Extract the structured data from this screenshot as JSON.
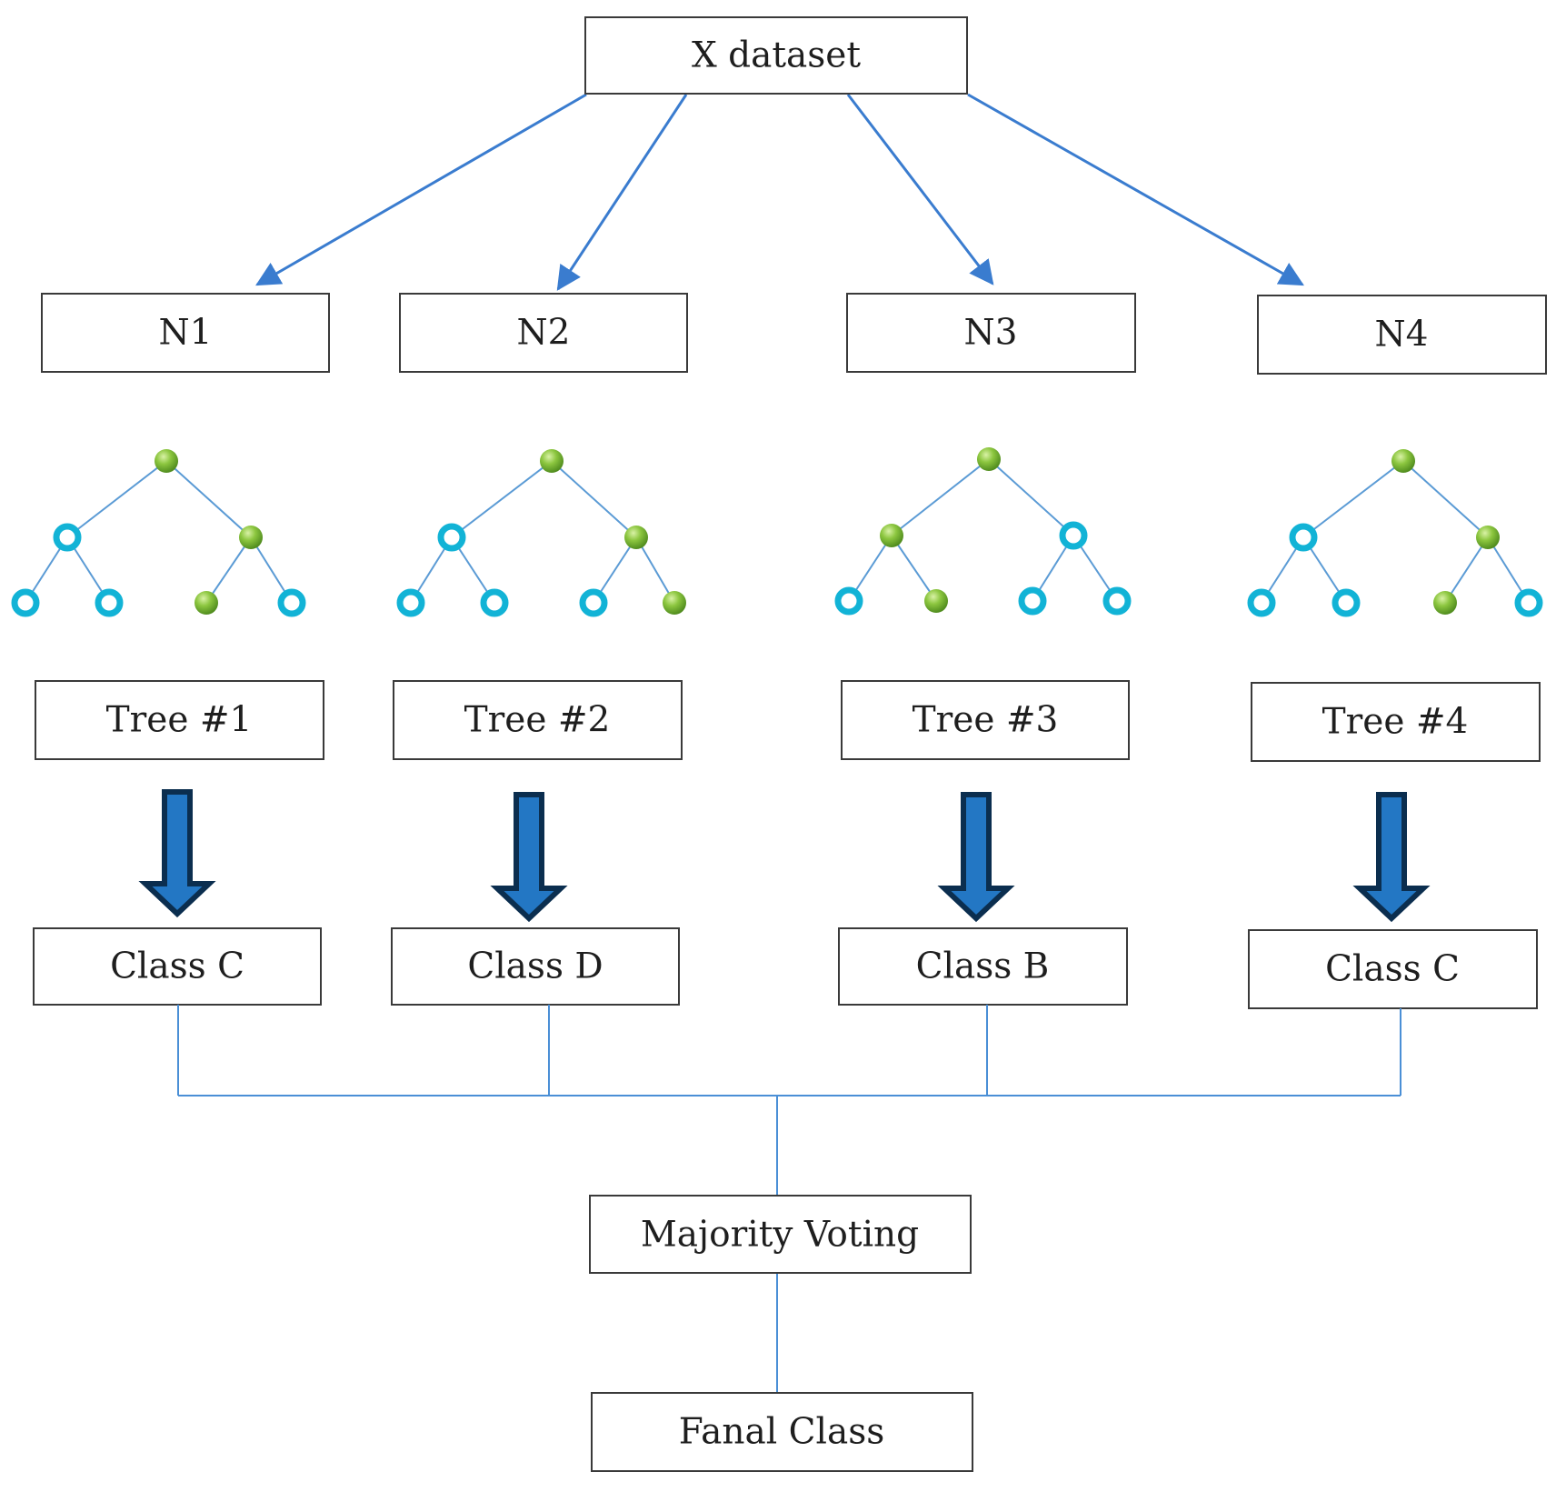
{
  "root": {
    "label": "X dataset"
  },
  "subsets": [
    {
      "label": "N1"
    },
    {
      "label": "N2"
    },
    {
      "label": "N3"
    },
    {
      "label": "N4"
    }
  ],
  "trees": [
    {
      "label": "Tree #1",
      "node_fill": [
        "filled",
        "open",
        "filled",
        "open",
        "open",
        "filled",
        "open"
      ]
    },
    {
      "label": "Tree #2",
      "node_fill": [
        "filled",
        "open",
        "filled",
        "open",
        "open",
        "open",
        "filled"
      ]
    },
    {
      "label": "Tree #3",
      "node_fill": [
        "filled",
        "filled",
        "open",
        "open",
        "filled",
        "open",
        "open"
      ]
    },
    {
      "label": "Tree #4",
      "node_fill": [
        "filled",
        "open",
        "filled",
        "open",
        "open",
        "filled",
        "open"
      ]
    }
  ],
  "classes": [
    {
      "label": "Class C"
    },
    {
      "label": "Class D"
    },
    {
      "label": "Class B"
    },
    {
      "label": "Class C"
    }
  ],
  "voting": {
    "label": "Majority Voting"
  },
  "final": {
    "label": "Fanal Class"
  },
  "colors": {
    "arrow_blue": "#3a7ccf",
    "line_blue": "#4a8fd6",
    "filled_node": "#7cbf3a",
    "open_node_ring": "#12b3d6",
    "fat_arrow_fill": "#2377c4",
    "fat_arrow_outline": "#0b2e4f"
  }
}
